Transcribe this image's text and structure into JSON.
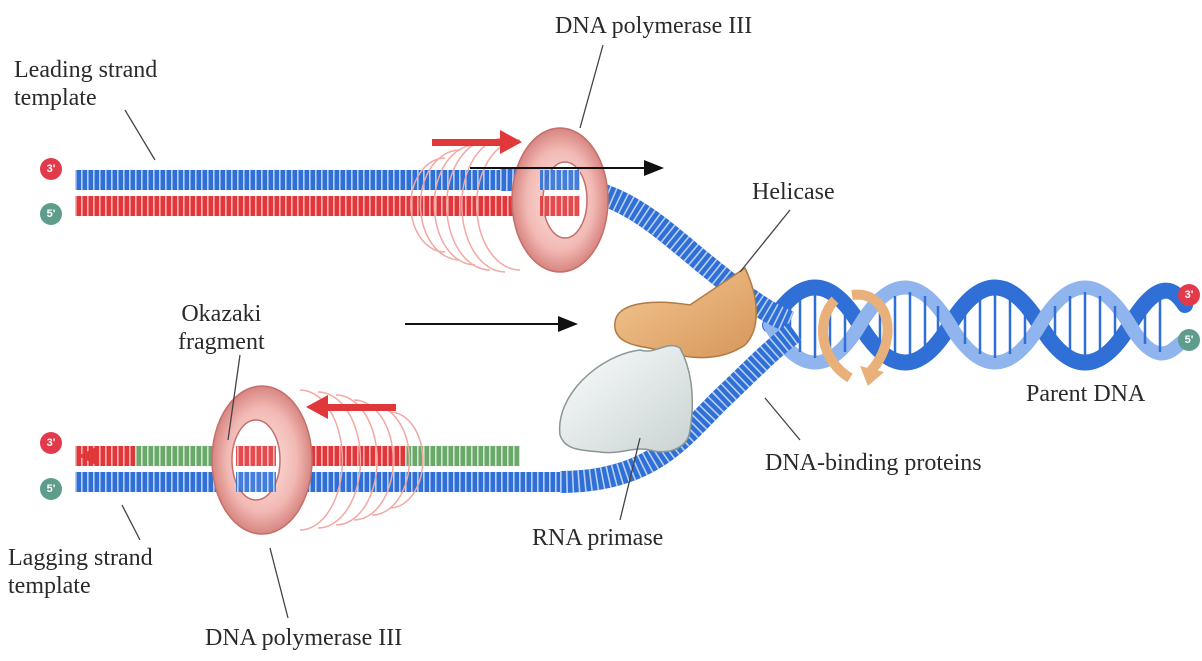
{
  "labels": {
    "leading_template": [
      "Leading strand",
      "template"
    ],
    "pol_top": "DNA polymerase III",
    "helicase": "Helicase",
    "okazaki": [
      "Okazaki",
      "fragment"
    ],
    "parent": "Parent DNA",
    "binding": "DNA-binding proteins",
    "primase": "RNA primase",
    "lagging_template": [
      "Lagging strand",
      "template"
    ],
    "pol_bottom": "DNA polymerase III"
  },
  "end_labels": {
    "top_3": "3'",
    "top_5": "5'",
    "bottom_3": "3'",
    "bottom_5": "5'",
    "parent_3": "3'",
    "parent_5": "5'"
  },
  "colors": {
    "blue_strand": "#2f6fd6",
    "red_strand": "#e0373a",
    "green_primer": "#6aa86a",
    "ring": "#f2b9b4",
    "helicase": "#e8b07a",
    "primase": "#e6ebea",
    "end3": "#e23a4a",
    "end5": "#5e9c8c"
  }
}
